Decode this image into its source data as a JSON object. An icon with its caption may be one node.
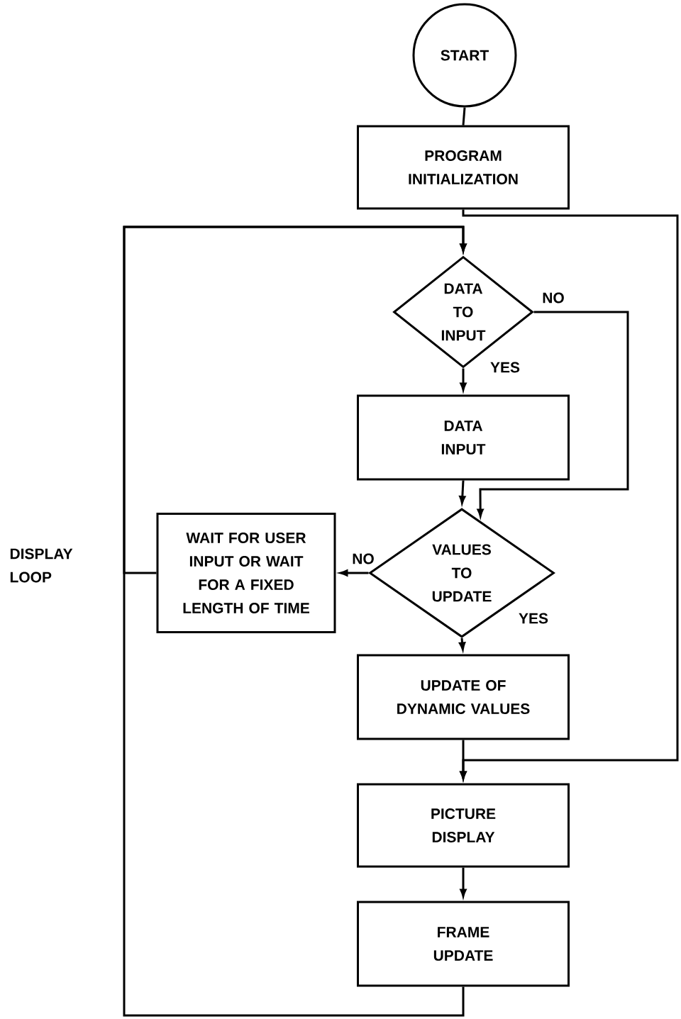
{
  "diagram": {
    "nodes": [
      {
        "text": [
          "START"
        ]
      },
      {
        "text": [
          "PROGRAM INITIALIZATION"
        ]
      },
      {
        "text": [
          "DATA TO INPUT"
        ]
      },
      {
        "text": [
          "DATA INPUT"
        ]
      },
      {
        "text": [
          "VALUES TO UPDATE"
        ]
      },
      {
        "text": [
          "WAIT FOR USER INPUT OR WAIT FOR A FIXED LENGTH OF TIME"
        ]
      },
      {
        "text": [
          "UPDATE OF DYNAMIC VALUES"
        ]
      },
      {
        "text": [
          "PICTURE DISPLAY"
        ]
      },
      {
        "text": [
          "FRAME UPDATE"
        ]
      }
    ],
    "edges": [
      {
        "from": 0,
        "to": 1,
        "arrow": "none"
      },
      {
        "from": 1,
        "to": 7,
        "arrow": "to"
      },
      {
        "from": 2,
        "to": 3,
        "label": "YES",
        "arrow": "to"
      },
      {
        "from": 2,
        "to": 4,
        "label": "NO",
        "arrow": "to"
      },
      {
        "from": 3,
        "to": 4,
        "arrow": "to"
      },
      {
        "from": 4,
        "to": 5,
        "label": "NO",
        "arrow": "to"
      },
      {
        "from": 4,
        "to": 6,
        "label": "YES",
        "arrow": "to"
      },
      {
        "from": 6,
        "to": 7,
        "arrow": "to"
      },
      {
        "from": 7,
        "to": 8,
        "arrow": "to"
      },
      {
        "from": 8,
        "to": 2,
        "arrow": "to"
      },
      {
        "from": 5,
        "to": 2,
        "arrow": "to"
      }
    ],
    "labels": [
      "DISPLAY LOOP"
    ]
  }
}
